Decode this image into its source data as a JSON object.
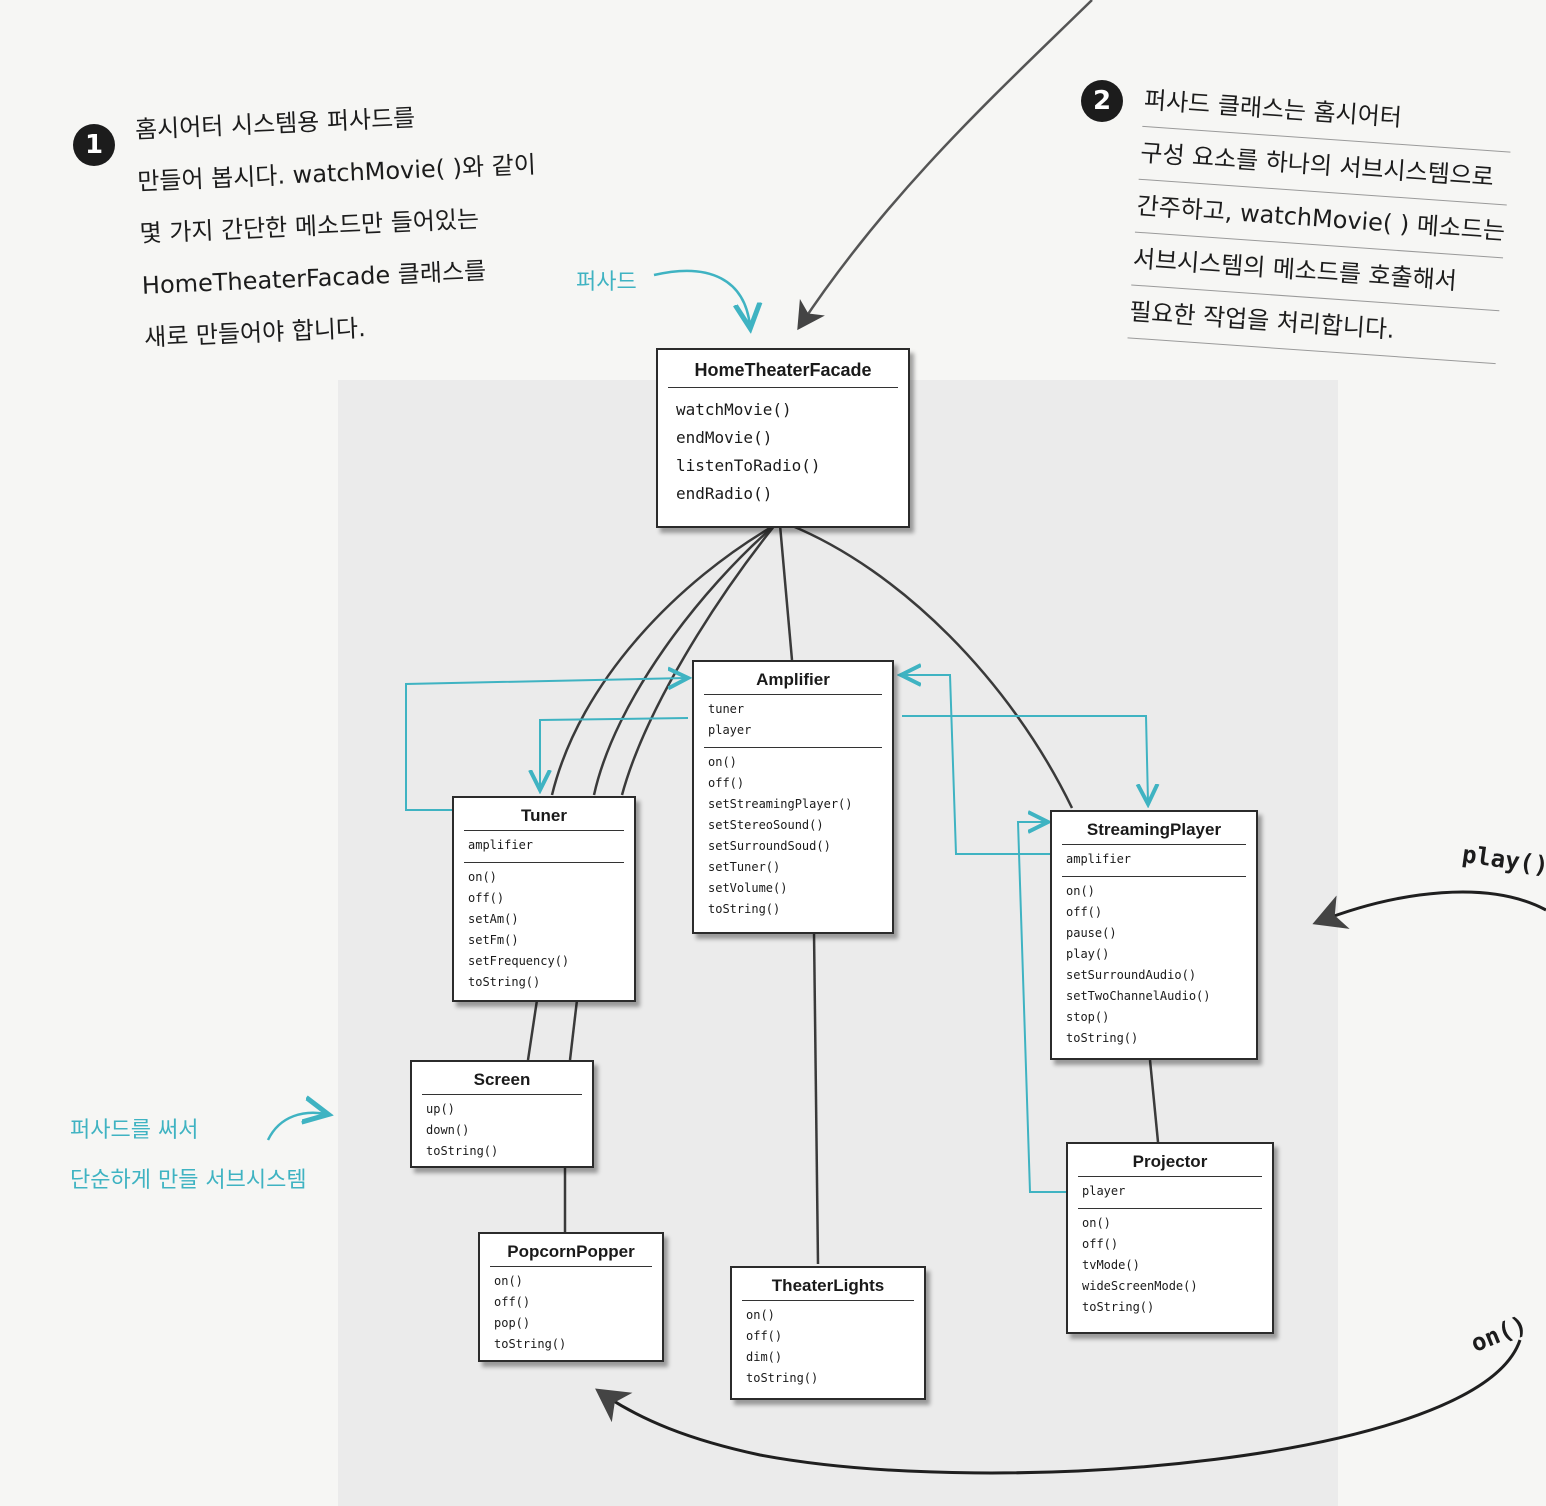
{
  "callout_1": {
    "number": "1",
    "lines": [
      "홈시어터 시스템용 퍼사드를",
      "만들어 봅시다. watchMovie( )와 같이",
      "몇 가지 간단한 메소드만 들어있는",
      "HomeTheaterFacade 클래스를",
      "새로 만들어야 합니다."
    ]
  },
  "callout_2": {
    "number": "2",
    "lines": [
      "퍼사드 클래스는 홈시어터",
      "구성 요소를 하나의 서브시스템으로",
      "간주하고, watchMovie( ) 메소드는",
      "서브시스템의 메소드를 호출해서",
      "필요한 작업을 처리합니다."
    ]
  },
  "notes": {
    "facade": "퍼사드",
    "subsystem_line1": "퍼사드를 써서",
    "subsystem_line2": "단순하게 만들 서브시스템"
  },
  "arrow_labels": {
    "play": "play()",
    "on": "on()"
  },
  "colors": {
    "accent": "#3fb3c2",
    "line": "#2b2b2b",
    "panel": "#ebebeb"
  },
  "classes": {
    "facade": {
      "name": "HomeTheaterFacade",
      "attributes": [],
      "methods": [
        "watchMovie()",
        "endMovie()",
        "listenToRadio()",
        "endRadio()"
      ]
    },
    "amplifier": {
      "name": "Amplifier",
      "attributes": [
        "tuner",
        "player"
      ],
      "methods": [
        "on()",
        "off()",
        "setStreamingPlayer()",
        "setStereoSound()",
        "setSurroundSoud()",
        "setTuner()",
        "setVolume()",
        "toString()"
      ]
    },
    "tuner": {
      "name": "Tuner",
      "attributes": [
        "amplifier"
      ],
      "methods": [
        "on()",
        "off()",
        "setAm()",
        "setFm()",
        "setFrequency()",
        "toString()"
      ]
    },
    "streaming_player": {
      "name": "StreamingPlayer",
      "attributes": [
        "amplifier"
      ],
      "methods": [
        "on()",
        "off()",
        "pause()",
        "play()",
        "setSurroundAudio()",
        "setTwoChannelAudio()",
        "stop()",
        "toString()"
      ]
    },
    "screen": {
      "name": "Screen",
      "attributes": [],
      "methods": [
        "up()",
        "down()",
        "toString()"
      ]
    },
    "popcorn_popper": {
      "name": "PopcornPopper",
      "attributes": [],
      "methods": [
        "on()",
        "off()",
        "pop()",
        "toString()"
      ]
    },
    "theater_lights": {
      "name": "TheaterLights",
      "attributes": [],
      "methods": [
        "on()",
        "off()",
        "dim()",
        "toString()"
      ]
    },
    "projector": {
      "name": "Projector",
      "attributes": [
        "player"
      ],
      "methods": [
        "on()",
        "off()",
        "tvMode()",
        "wideScreenMode()",
        "toString()"
      ]
    }
  }
}
